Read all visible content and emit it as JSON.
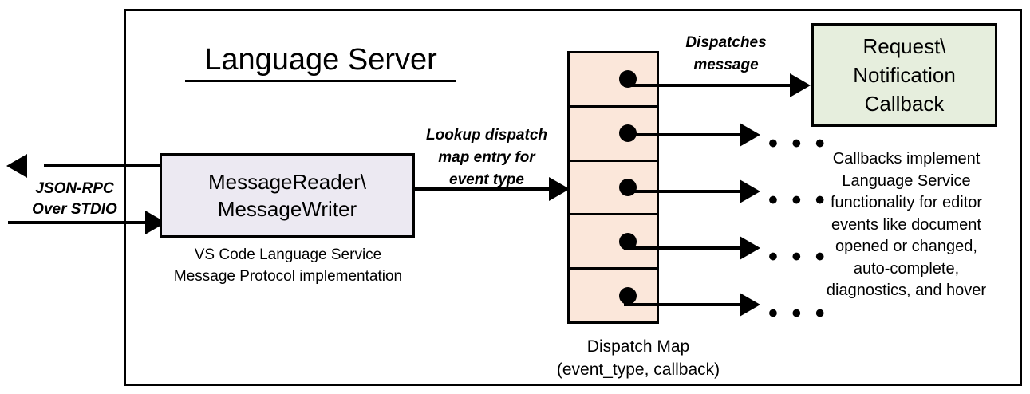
{
  "diagram": {
    "title": "Language Server",
    "frame_border_color": "#000000",
    "background": "#ffffff"
  },
  "reader": {
    "line1": "MessageReader\\",
    "line2": "MessageWriter",
    "caption_line1": "VS Code Language Service",
    "caption_line2": "Message Protocol implementation",
    "fill_color": "#ece9f2"
  },
  "transport": {
    "label_line1": "JSON-RPC",
    "label_line2": "Over STDIO",
    "outbound_arrow": "arrow-left",
    "inbound_arrow": "arrow-right"
  },
  "lookup": {
    "label_line1": "Lookup dispatch",
    "label_line2": "map entry for",
    "label_line3": "event type"
  },
  "dispatch_map": {
    "fill_color": "#fbe7da",
    "cell_count": 5,
    "cells": [
      {
        "dot": "filled-dot",
        "out_arrow": "arrow-right",
        "target": "callback-box"
      },
      {
        "dot": "filled-dot",
        "out_arrow": "arrow-right",
        "target": "ellipsis"
      },
      {
        "dot": "filled-dot",
        "out_arrow": "arrow-right",
        "target": "ellipsis"
      },
      {
        "dot": "filled-dot",
        "out_arrow": "arrow-right",
        "target": "ellipsis"
      },
      {
        "dot": "filled-dot",
        "out_arrow": "arrow-right",
        "target": "ellipsis"
      }
    ],
    "ellipsis_glyph": "• • •",
    "caption_line1": "Dispatch Map",
    "caption_line2": "(event_type, callback)"
  },
  "dispatches": {
    "label_line1": "Dispatches",
    "label_line2": "message"
  },
  "callback": {
    "line1": "Request\\",
    "line2": "Notification",
    "line3": "Callback",
    "fill_color": "#e6eedd",
    "caption_line1": "Callbacks implement",
    "caption_line2": "Language Service",
    "caption_line3": "functionality for editor",
    "caption_line4": "events like document",
    "caption_line5": "opened or changed,",
    "caption_line6": "auto-complete,",
    "caption_line7": "diagnostics, and hover"
  }
}
